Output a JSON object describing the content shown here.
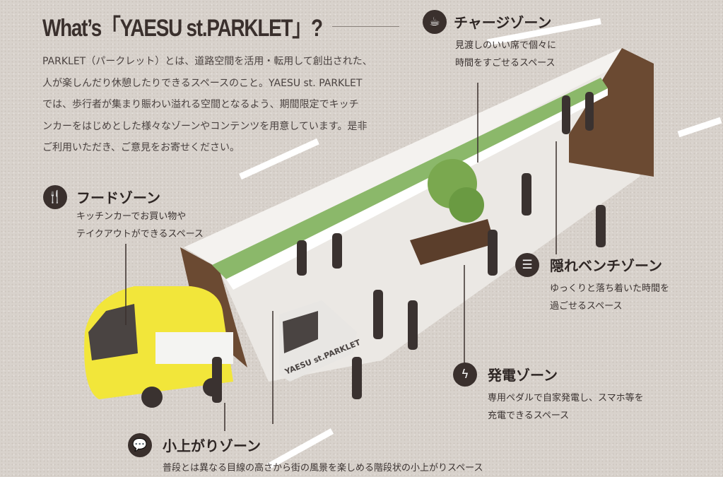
{
  "title": "What’s「YAESU st.PARKLET」?",
  "intro": [
    "PARKLET（パークレット）とは、道路空間を活用・転用して創出された、",
    "人が楽しんだり休憩したりできるスペースのこと。YAESU st. PARKLET",
    "では、歩行者が集まり賑わい溢れる空間となるよう、期間限定でキッチ",
    "ンカーをはじめとした様々なゾーンやコンテンツを用意しています。是非",
    "ご利用いただき、ご意見をお寄せください。"
  ],
  "zones": {
    "charge": {
      "icon": "coffee-cup-icon",
      "title": "チャージゾーン",
      "desc": [
        "見渡しのいい席で個々に",
        "時間をすごせるスペース"
      ]
    },
    "food": {
      "icon": "fork-knife-icon",
      "title": "フードゾーン",
      "desc": [
        "キッチンカーでお買い物や",
        "テイクアウトができるスペース"
      ]
    },
    "bench": {
      "icon": "bench-icon",
      "title": "隠れベンチゾーン",
      "desc": [
        "ゆっくりと落ち着いた時間を",
        "過ごせるスペース"
      ]
    },
    "power": {
      "icon": "lightning-icon",
      "title": "発電ゾーン",
      "desc": [
        "専用ペダルで自家発電し、スマホ等を",
        "充電できるスペース"
      ]
    },
    "koagari": {
      "icon": "chat-bubbles-icon",
      "title": "小上がりゾーン",
      "desc": [
        "普段とは異なる目線の高さから街の風景を楽しめる階段状の小上がりスペース"
      ]
    }
  },
  "sign": "YAESU st.PARKLET",
  "colors": {
    "wood": "#6b4a32",
    "van": "#f2e63a",
    "floor": "#e9e6e2",
    "text": "#3a302d"
  }
}
